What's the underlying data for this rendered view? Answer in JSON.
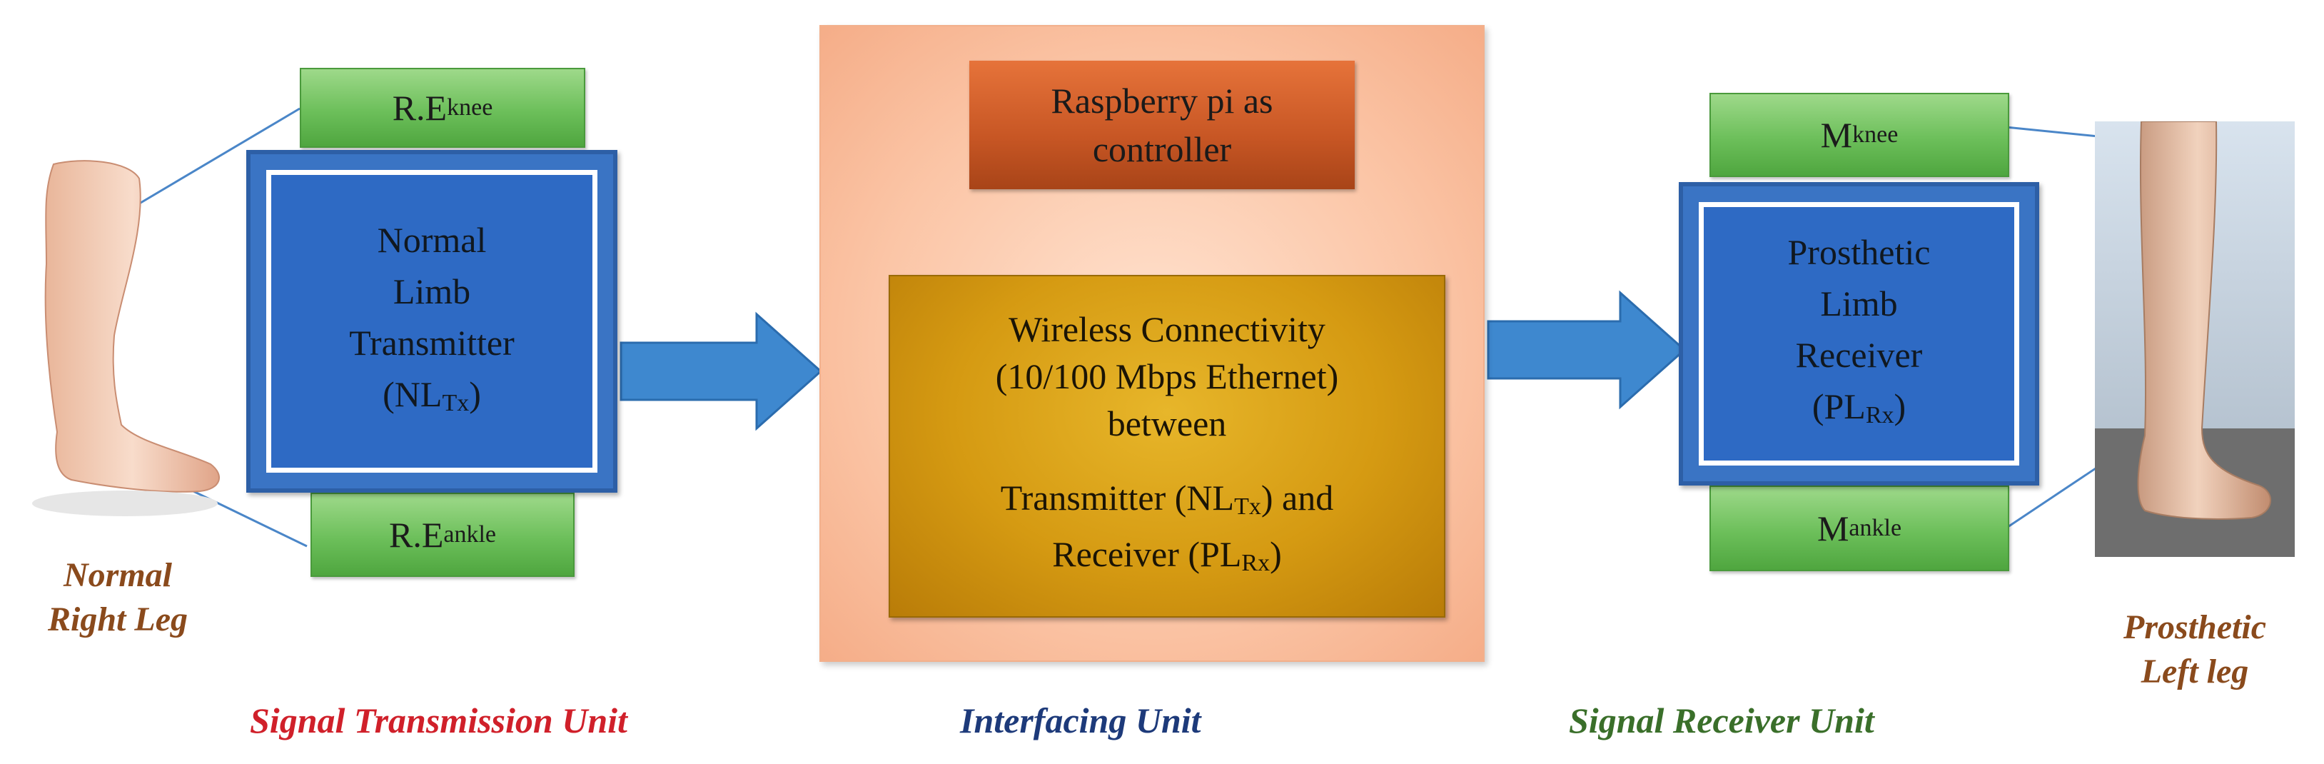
{
  "sensors": {
    "re_knee": {
      "main": "R.E",
      "sub": "knee"
    },
    "re_ankle": {
      "main": "R.E",
      "sub": "ankle"
    },
    "m_knee": {
      "main": "M",
      "sub": "knee"
    },
    "m_ankle": {
      "main": "M",
      "sub": "ankle"
    }
  },
  "transmitter": {
    "line1": "Normal",
    "line2": "Limb",
    "line3": "Transmitter",
    "abbr_open": "(NL",
    "abbr_sub": "Tx",
    "abbr_close": ")"
  },
  "receiver": {
    "line1": "Prosthetic",
    "line2": "Limb",
    "line3": "Receiver",
    "abbr_open": "(PL",
    "abbr_sub": "Rx",
    "abbr_close": ")"
  },
  "controller": {
    "line1": "Raspberry pi as",
    "line2": "controller"
  },
  "connectivity": {
    "line1": "Wireless Connectivity",
    "line2": "(10/100 Mbps Ethernet)",
    "line3": "between",
    "line4_a": "Transmitter (NL",
    "line4_sub": "Tx",
    "line4_b": ") and",
    "line5_a": "Receiver (PL",
    "line5_sub": "Rx",
    "line5_b": ")"
  },
  "legs": {
    "normal": {
      "line1": "Normal",
      "line2": "Right Leg"
    },
    "prosthetic": {
      "line1": "Prosthetic",
      "line2": "Left leg"
    }
  },
  "units": {
    "transmission": "Signal Transmission Unit",
    "interfacing": "Interfacing Unit",
    "receiver": "Signal Receiver Unit"
  },
  "colors": {
    "transmission": "#d0202a",
    "interfacing": "#1d3a7a",
    "receiver": "#3a6f2a",
    "arrow": "#3e88cf"
  }
}
